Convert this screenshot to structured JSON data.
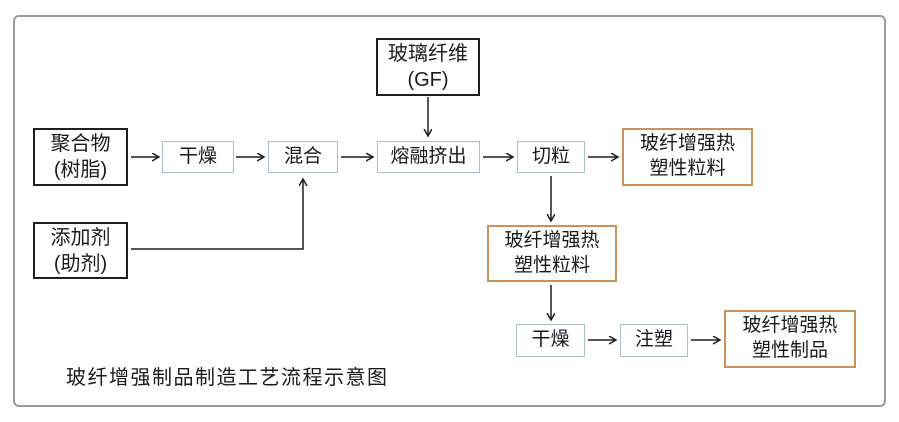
{
  "diagram": {
    "caption": "玻纤增强制品制造工艺流程示意图",
    "nodes": {
      "glass_fiber": "玻璃纤维\n(GF)",
      "polymer": "聚合物\n(树脂)",
      "additive": "添加剂\n(助剂)",
      "dry1": "干燥",
      "mix": "混合",
      "melt_extrusion": "熔融挤出",
      "pelletizing": "切粒",
      "pellets_out": "玻纤增强热\n塑性粒料",
      "pellets_in": "玻纤增强热\n塑性粒料",
      "dry2": "干燥",
      "injection_molding": "注塑",
      "final_product": "玻纤增强热\n塑性制品"
    },
    "colors": {
      "black_border": "#1f1f1f",
      "blue_border": "#a9bfc6",
      "orange_border": "#cc9059",
      "arrow": "#1f1f1f",
      "outer_border": "#9a9a9a",
      "text": "#1a1a1a",
      "bg": "#ffffff"
    }
  }
}
